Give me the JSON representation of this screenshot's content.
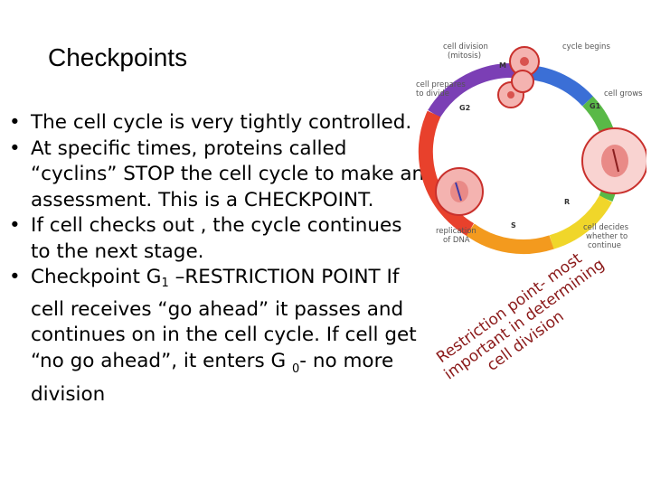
{
  "slide": {
    "title": "Checkpoints",
    "bullets": {
      "b1": "The cell cycle is very tightly controlled.",
      "b2": "At specific times, proteins called “cyclins” STOP the cell cycle to make an assessment. This is a CHECKPOINT.",
      "b3": "If cell checks out , the cycle continues to the next stage.",
      "b4_pre": "Checkpoint G",
      "b4_sub": "1",
      "b4_mid": " –RESTRICTION POINT If cell receives “go ahead” it passes and continues on in the cell cycle. If cell get  “no go ahead”, it enters G ",
      "b4_sub2": "0",
      "b4_post": "- no more division"
    }
  },
  "diagram": {
    "labels": {
      "cell_division": "cell division",
      "mitosis": "(mitosis)",
      "cycle_begins": "cycle begins",
      "cell_prepares_1": "cell prepares",
      "cell_prepares_2": "to divide",
      "cell_grows": "cell grows",
      "replication_1": "replication",
      "replication_2": "of DNA",
      "cell_decides_1": "cell decides",
      "cell_decides_2": "whether to",
      "cell_decides_3": "continue",
      "phase_m": "M",
      "phase_g1": "G1",
      "phase_g2": "G2",
      "phase_s": "S",
      "phase_r": "R"
    },
    "annotation": {
      "line1": "Restriction point- most",
      "line2": "important in determining",
      "line3": "cell division"
    },
    "colors": {
      "annotation_text": "#8b1a1a",
      "ring_violet": "#7b3fb5",
      "ring_blue": "#3b6fd6",
      "ring_green": "#59b947",
      "ring_yellow": "#f0d62a",
      "ring_orange": "#f39a1e",
      "ring_red": "#e8412c",
      "cell_pink": "#f4b3b0",
      "nucleus": "#d9534f"
    }
  }
}
